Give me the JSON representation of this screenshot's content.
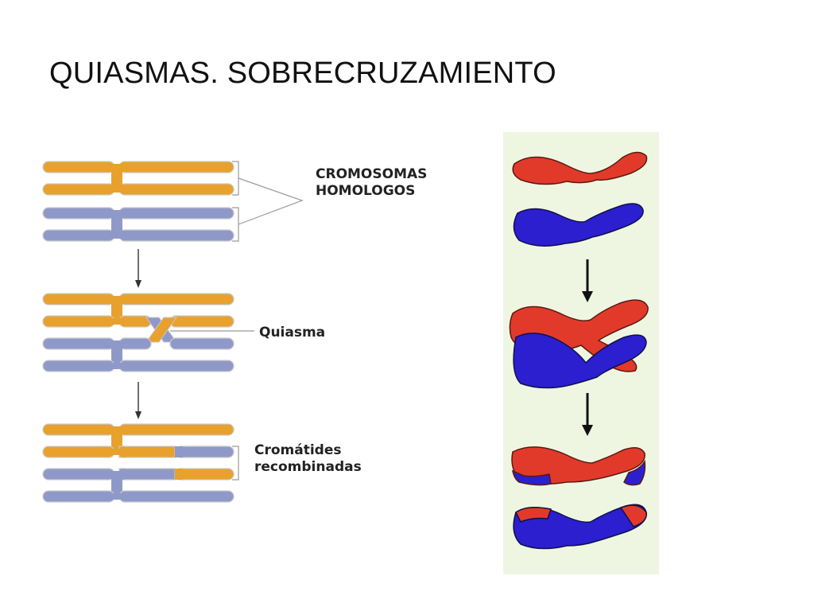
{
  "slide": {
    "title": "QUIASMAS. SOBRECRUZAMIENTO"
  },
  "labels": {
    "homologos_line1": "CROMOSOMAS",
    "homologos_line2": "HOMOLOGOS",
    "quiasma": "Quiasma",
    "recombinadas_line1": "Cromátides",
    "recombinadas_line2": "recombinadas"
  },
  "colors": {
    "chromatid_orange": "#e8a12c",
    "chromatid_blue": "#8f99c9",
    "outline_gray": "#b5b5b5",
    "chromosome_red": "#e23a2a",
    "chromosome_blue": "#2b1fd0",
    "photo_background": "#eef6e2"
  }
}
